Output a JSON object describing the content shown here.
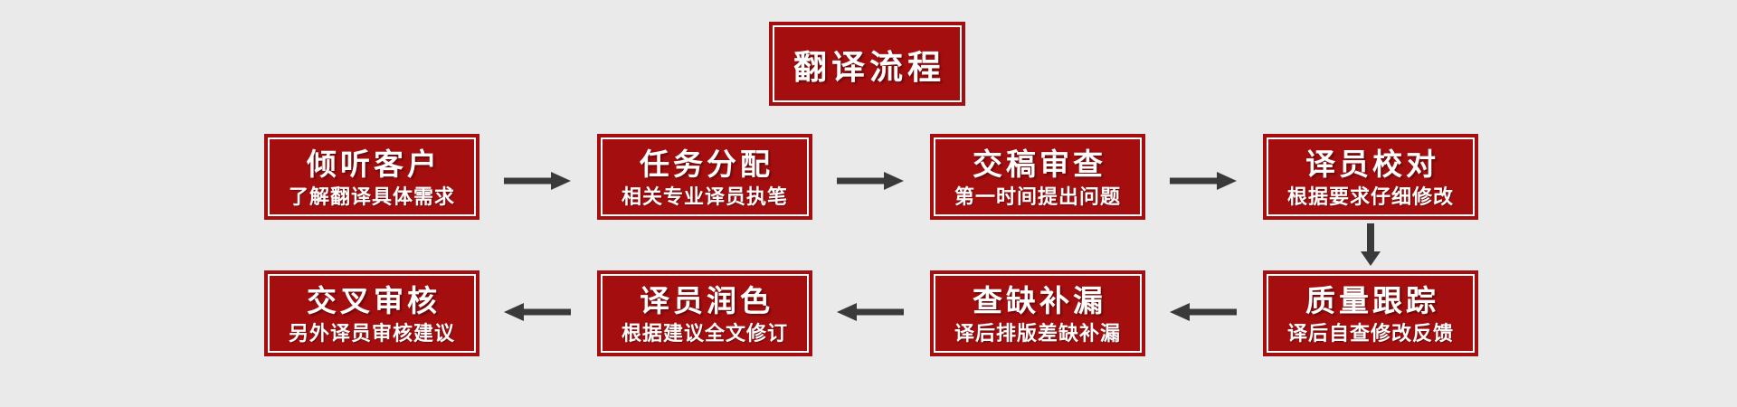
{
  "header": {
    "title": "翻译流程"
  },
  "flow": {
    "top_row": [
      {
        "title": "倾听客户",
        "subtitle": "了解翻译具体需求"
      },
      {
        "title": "任务分配",
        "subtitle": "相关专业译员执笔"
      },
      {
        "title": "交稿审查",
        "subtitle": "第一时间提出问题"
      },
      {
        "title": "译员校对",
        "subtitle": "根据要求仔细修改"
      }
    ],
    "bottom_row": [
      {
        "title": "质量跟踪",
        "subtitle": "译后自查修改反馈"
      },
      {
        "title": "查缺补漏",
        "subtitle": "译后排版差缺补漏"
      },
      {
        "title": "译员润色",
        "subtitle": "根据建议全文修订"
      },
      {
        "title": "交叉审核",
        "subtitle": "另外译员审核建议"
      }
    ],
    "arrows": [
      "right",
      "right",
      "right",
      "down",
      "left",
      "left",
      "left"
    ]
  },
  "colors": {
    "background": "#EAEAEA",
    "box_fill": "#A50E0F",
    "box_inner_border": "#FFFFFF",
    "text": "#FFFFFF",
    "arrow": "#3A3A3A"
  }
}
